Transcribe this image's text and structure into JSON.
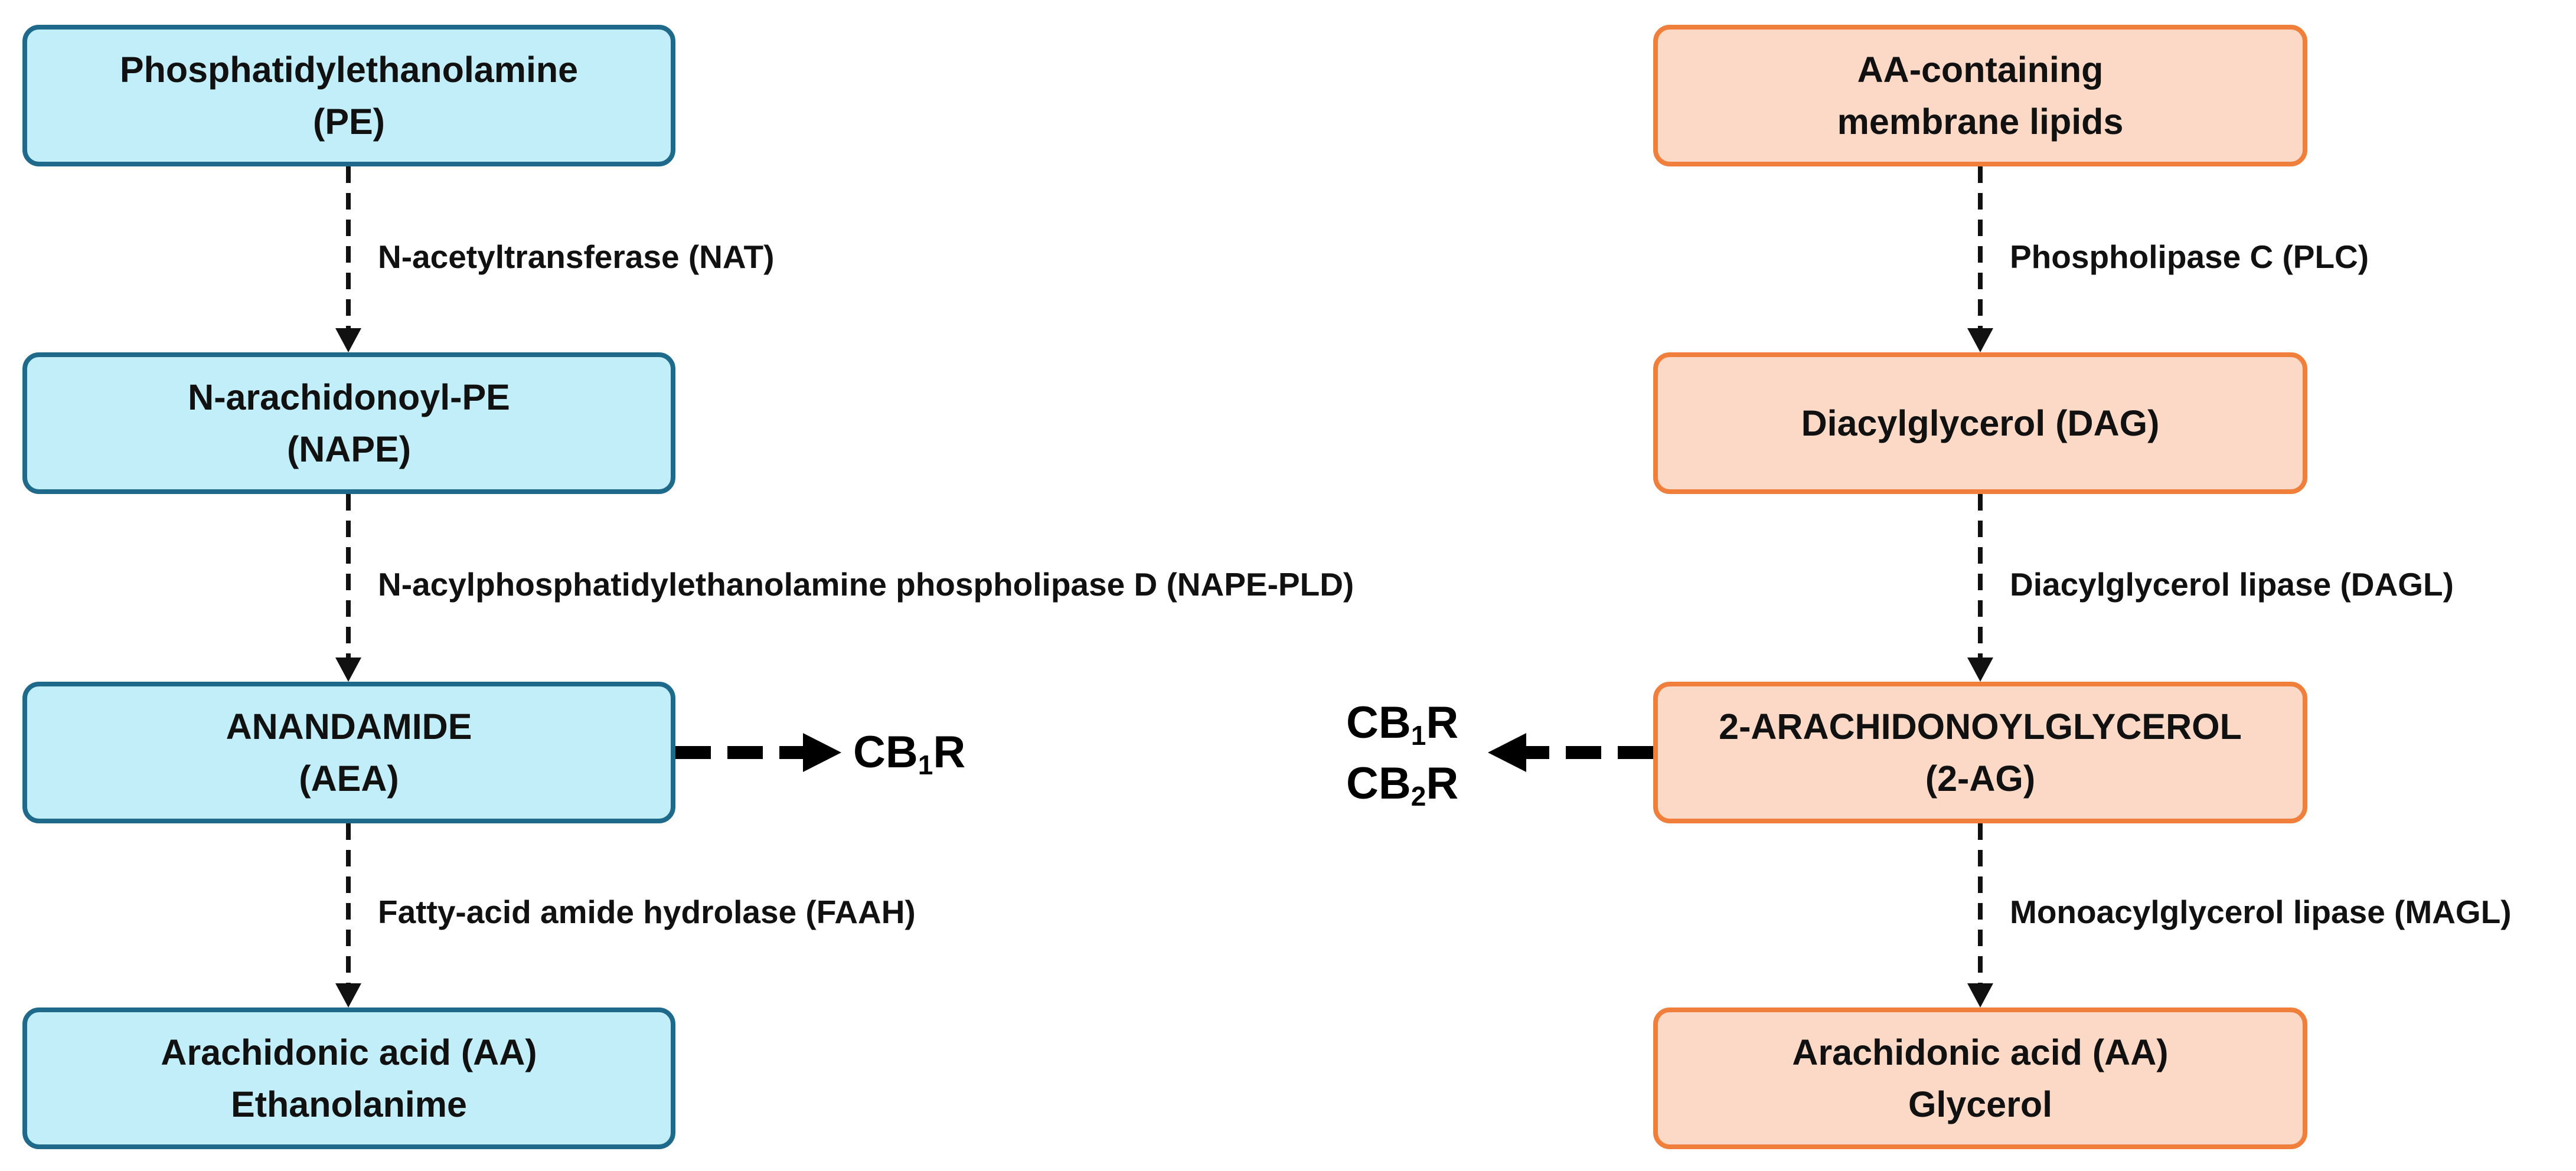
{
  "left_pathway": {
    "boxes": [
      {
        "line1": "Phosphatidylethanolamine",
        "line2": "(PE)"
      },
      {
        "line1": "N-arachidonoyl-PE",
        "line2": "(NAPE)"
      },
      {
        "line1": "ANANDAMIDE",
        "line2": "(AEA)"
      },
      {
        "line1": "Arachidonic acid (AA)",
        "line2": "Ethanolanime"
      }
    ],
    "enzymes": [
      "N-acetyltransferase (NAT)",
      "N-acylphosphatidylethanolamine phospholipase D (NAPE-PLD)",
      "Fatty-acid amide hydrolase (FAAH)"
    ],
    "receptor": {
      "name": "CB",
      "subscript": "1",
      "suffix": "R"
    }
  },
  "right_pathway": {
    "boxes": [
      {
        "line1": "AA-containing",
        "line2": "membrane lipids"
      },
      {
        "line1": "Diacylglycerol (DAG)",
        "line2": ""
      },
      {
        "line1": "2-ARACHIDONOYLGLYCEROL",
        "line2": "(2-AG)"
      },
      {
        "line1": "Arachidonic acid (AA)",
        "line2": "Glycerol"
      }
    ],
    "enzymes": [
      "Phospholipase C (PLC)",
      "Diacylglycerol lipase (DAGL)",
      "Monoacylglycerol lipase (MAGL)"
    ],
    "receptors": [
      {
        "name": "CB",
        "subscript": "1",
        "suffix": "R"
      },
      {
        "name": "CB",
        "subscript": "2",
        "suffix": "R"
      }
    ]
  },
  "colors": {
    "left_box_fill": "#c2eefa",
    "left_box_border": "#1f6a8a",
    "right_box_fill": "#fcd9c6",
    "right_box_border": "#f07f3c",
    "arrow": "#111111"
  }
}
